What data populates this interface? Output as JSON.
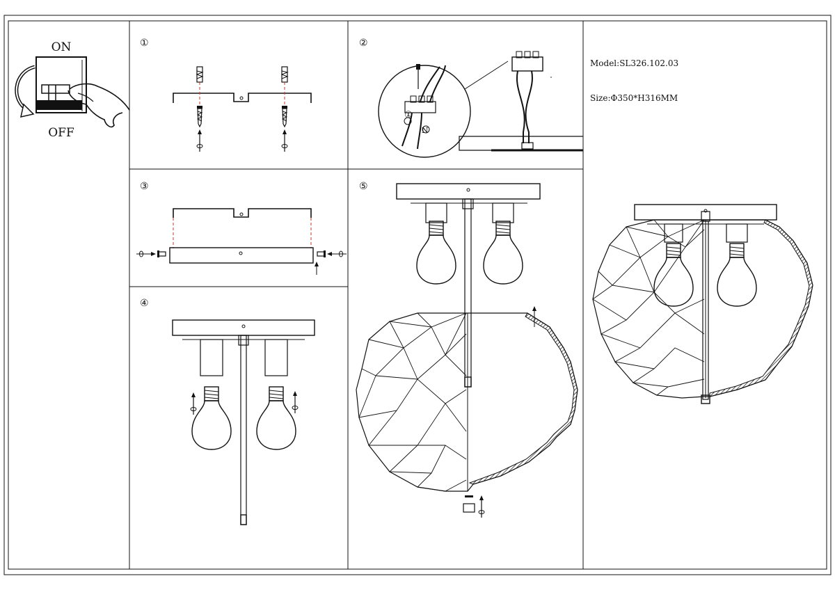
{
  "switch_panel": {
    "on_label": "ON",
    "off_label": "OFF"
  },
  "steps": [
    {
      "number": "①"
    },
    {
      "number": "②"
    },
    {
      "number": "③"
    },
    {
      "number": "④"
    },
    {
      "number": "⑤"
    }
  ],
  "wiring": {
    "live_mark": "①",
    "neutral_mark": "N"
  },
  "specs": {
    "model_label": "Model:",
    "model_value": "SL326.102.03",
    "size_label": "Size:",
    "size_value": "Φ350*H316MM"
  }
}
